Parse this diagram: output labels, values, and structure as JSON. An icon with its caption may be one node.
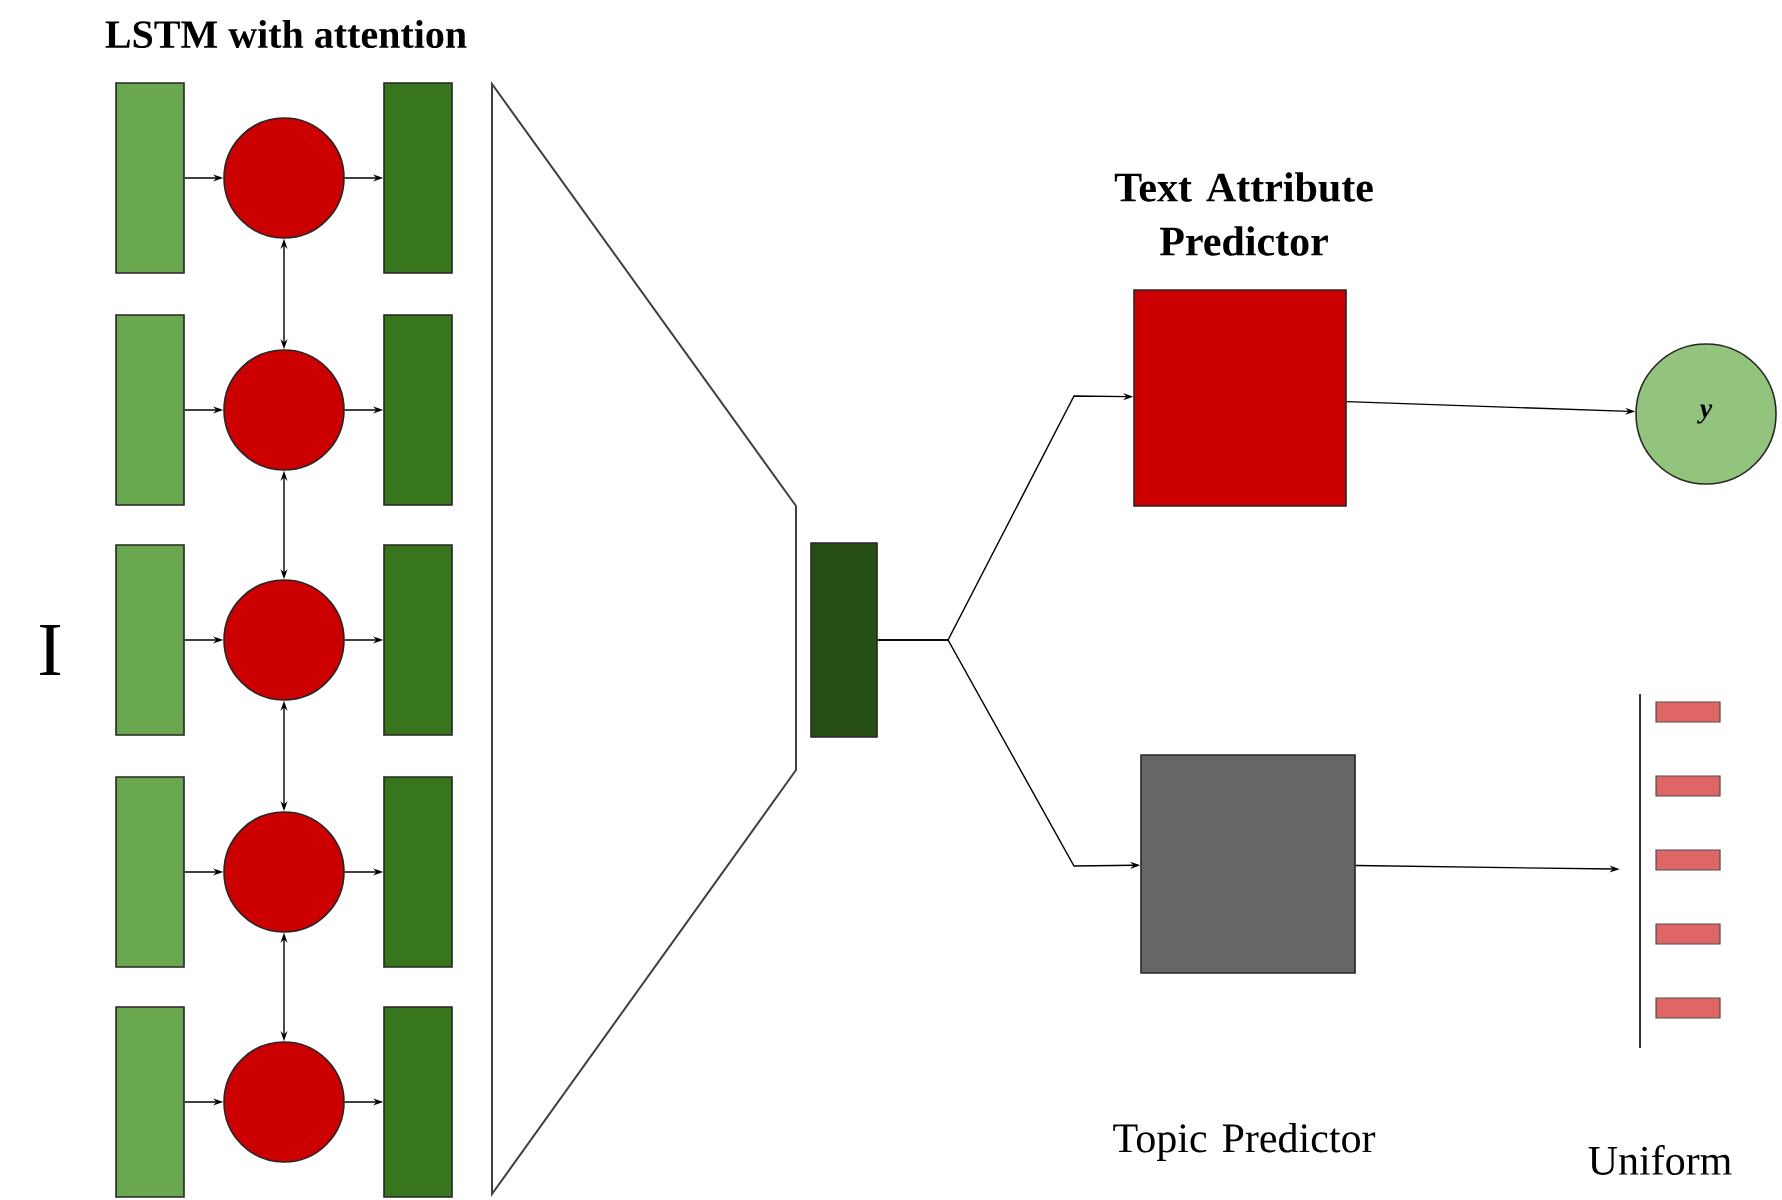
{
  "diagram": {
    "nodes": [
      {
        "text": [],
        "shape": "bar"
      },
      {
        "text": [],
        "shape": "bar"
      },
      {
        "text": [],
        "shape": "bar"
      },
      {
        "text": [],
        "shape": "bar"
      },
      {
        "text": [],
        "shape": "bar"
      },
      {
        "text": [],
        "shape": "circle"
      },
      {
        "text": [],
        "shape": "circle"
      },
      {
        "text": [],
        "shape": "circle"
      },
      {
        "text": [],
        "shape": "circle"
      },
      {
        "text": [],
        "shape": "circle"
      },
      {
        "text": [],
        "shape": "bar"
      },
      {
        "text": [],
        "shape": "bar"
      },
      {
        "text": [],
        "shape": "bar"
      },
      {
        "text": [],
        "shape": "bar"
      },
      {
        "text": [],
        "shape": "bar"
      },
      {
        "text": [],
        "shape": "bar"
      },
      {
        "text": [
          "Text Attribute Predictor"
        ]
      },
      {
        "text": [
          "y"
        ]
      },
      {
        "text": [
          "Topic Predictor"
        ]
      },
      {
        "text": [],
        "shape": "picture",
        "beside": [
          "Uniform"
        ]
      }
    ],
    "edges": [
      {
        "from": 0,
        "to": 5,
        "arrow": "to"
      },
      {
        "from": 5,
        "to": 10,
        "arrow": "to"
      },
      {
        "from": 1,
        "to": 6,
        "arrow": "to"
      },
      {
        "from": 6,
        "to": 11,
        "arrow": "to"
      },
      {
        "from": 2,
        "to": 7,
        "arrow": "to"
      },
      {
        "from": 7,
        "to": 12,
        "arrow": "to"
      },
      {
        "from": 3,
        "to": 8,
        "arrow": "to"
      },
      {
        "from": 8,
        "to": 13,
        "arrow": "to"
      },
      {
        "from": 4,
        "to": 9,
        "arrow": "to"
      },
      {
        "from": 9,
        "to": 14,
        "arrow": "to"
      },
      {
        "from": 5,
        "to": 6,
        "arrow": "both"
      },
      {
        "from": 6,
        "to": 7,
        "arrow": "both"
      },
      {
        "from": 7,
        "to": 8,
        "arrow": "both"
      },
      {
        "from": 8,
        "to": 9,
        "arrow": "both"
      },
      {
        "from": 15,
        "to": 16,
        "arrow": "to"
      },
      {
        "from": 15,
        "to": 18,
        "arrow": "to"
      },
      {
        "from": 16,
        "to": 17,
        "arrow": "to"
      },
      {
        "from": 18,
        "to": 19,
        "arrow": "to"
      }
    ],
    "labels": [
      "LSTM with attention",
      "I"
    ]
  }
}
